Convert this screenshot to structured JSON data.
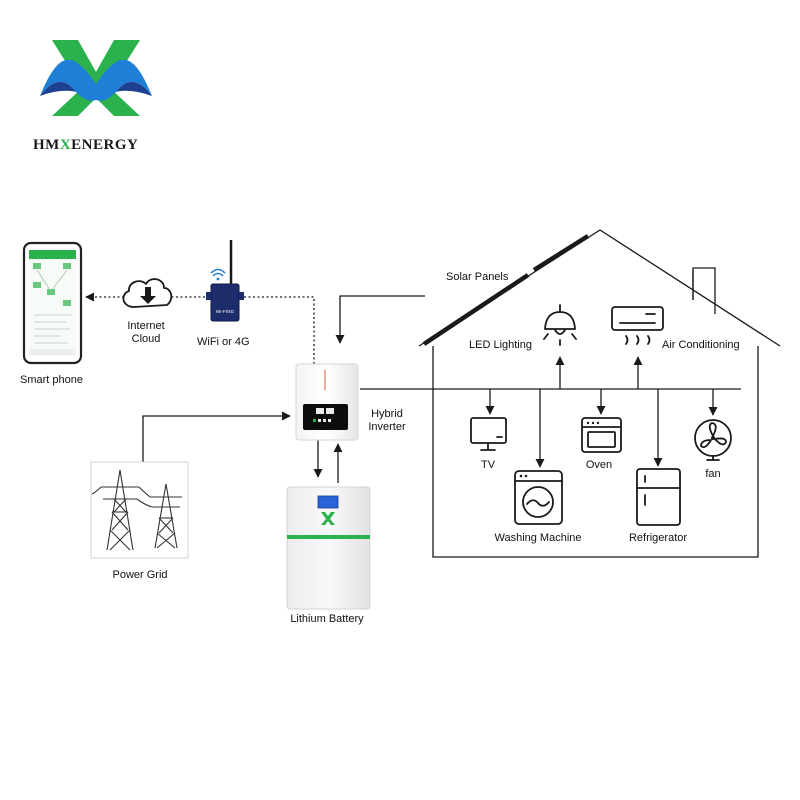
{
  "brand": {
    "name_left": "HM",
    "name_mid": "X",
    "name_right": "ENERGY",
    "colors": {
      "blue": "#1f7fd6",
      "green": "#2bb24c",
      "dark_blue": "#1d3f8f"
    }
  },
  "diagram": {
    "nodes": {
      "smart_phone": "Smart phone",
      "internet_cloud_line1": "Internet",
      "internet_cloud_line2": "Cloud",
      "wifi_4g": "WiFi or 4G",
      "hybrid_inverter_line1": "Hybrid",
      "hybrid_inverter_line2": "Inverter",
      "power_grid": "Power Grid",
      "lithium_battery": "Lithium Battery",
      "solar_panels": "Solar Panels"
    },
    "appliances": {
      "led_lighting": "LED Lighting",
      "air_conditioning": "Air Conditioning",
      "tv": "TV",
      "oven": "Oven",
      "fan": "fan",
      "washing_machine": "Washing Machine",
      "refrigerator": "Refrigerator"
    },
    "device_text": {
      "wifi_dongle": "WI-FI/4G"
    },
    "accent_color": "#2bb24c"
  }
}
